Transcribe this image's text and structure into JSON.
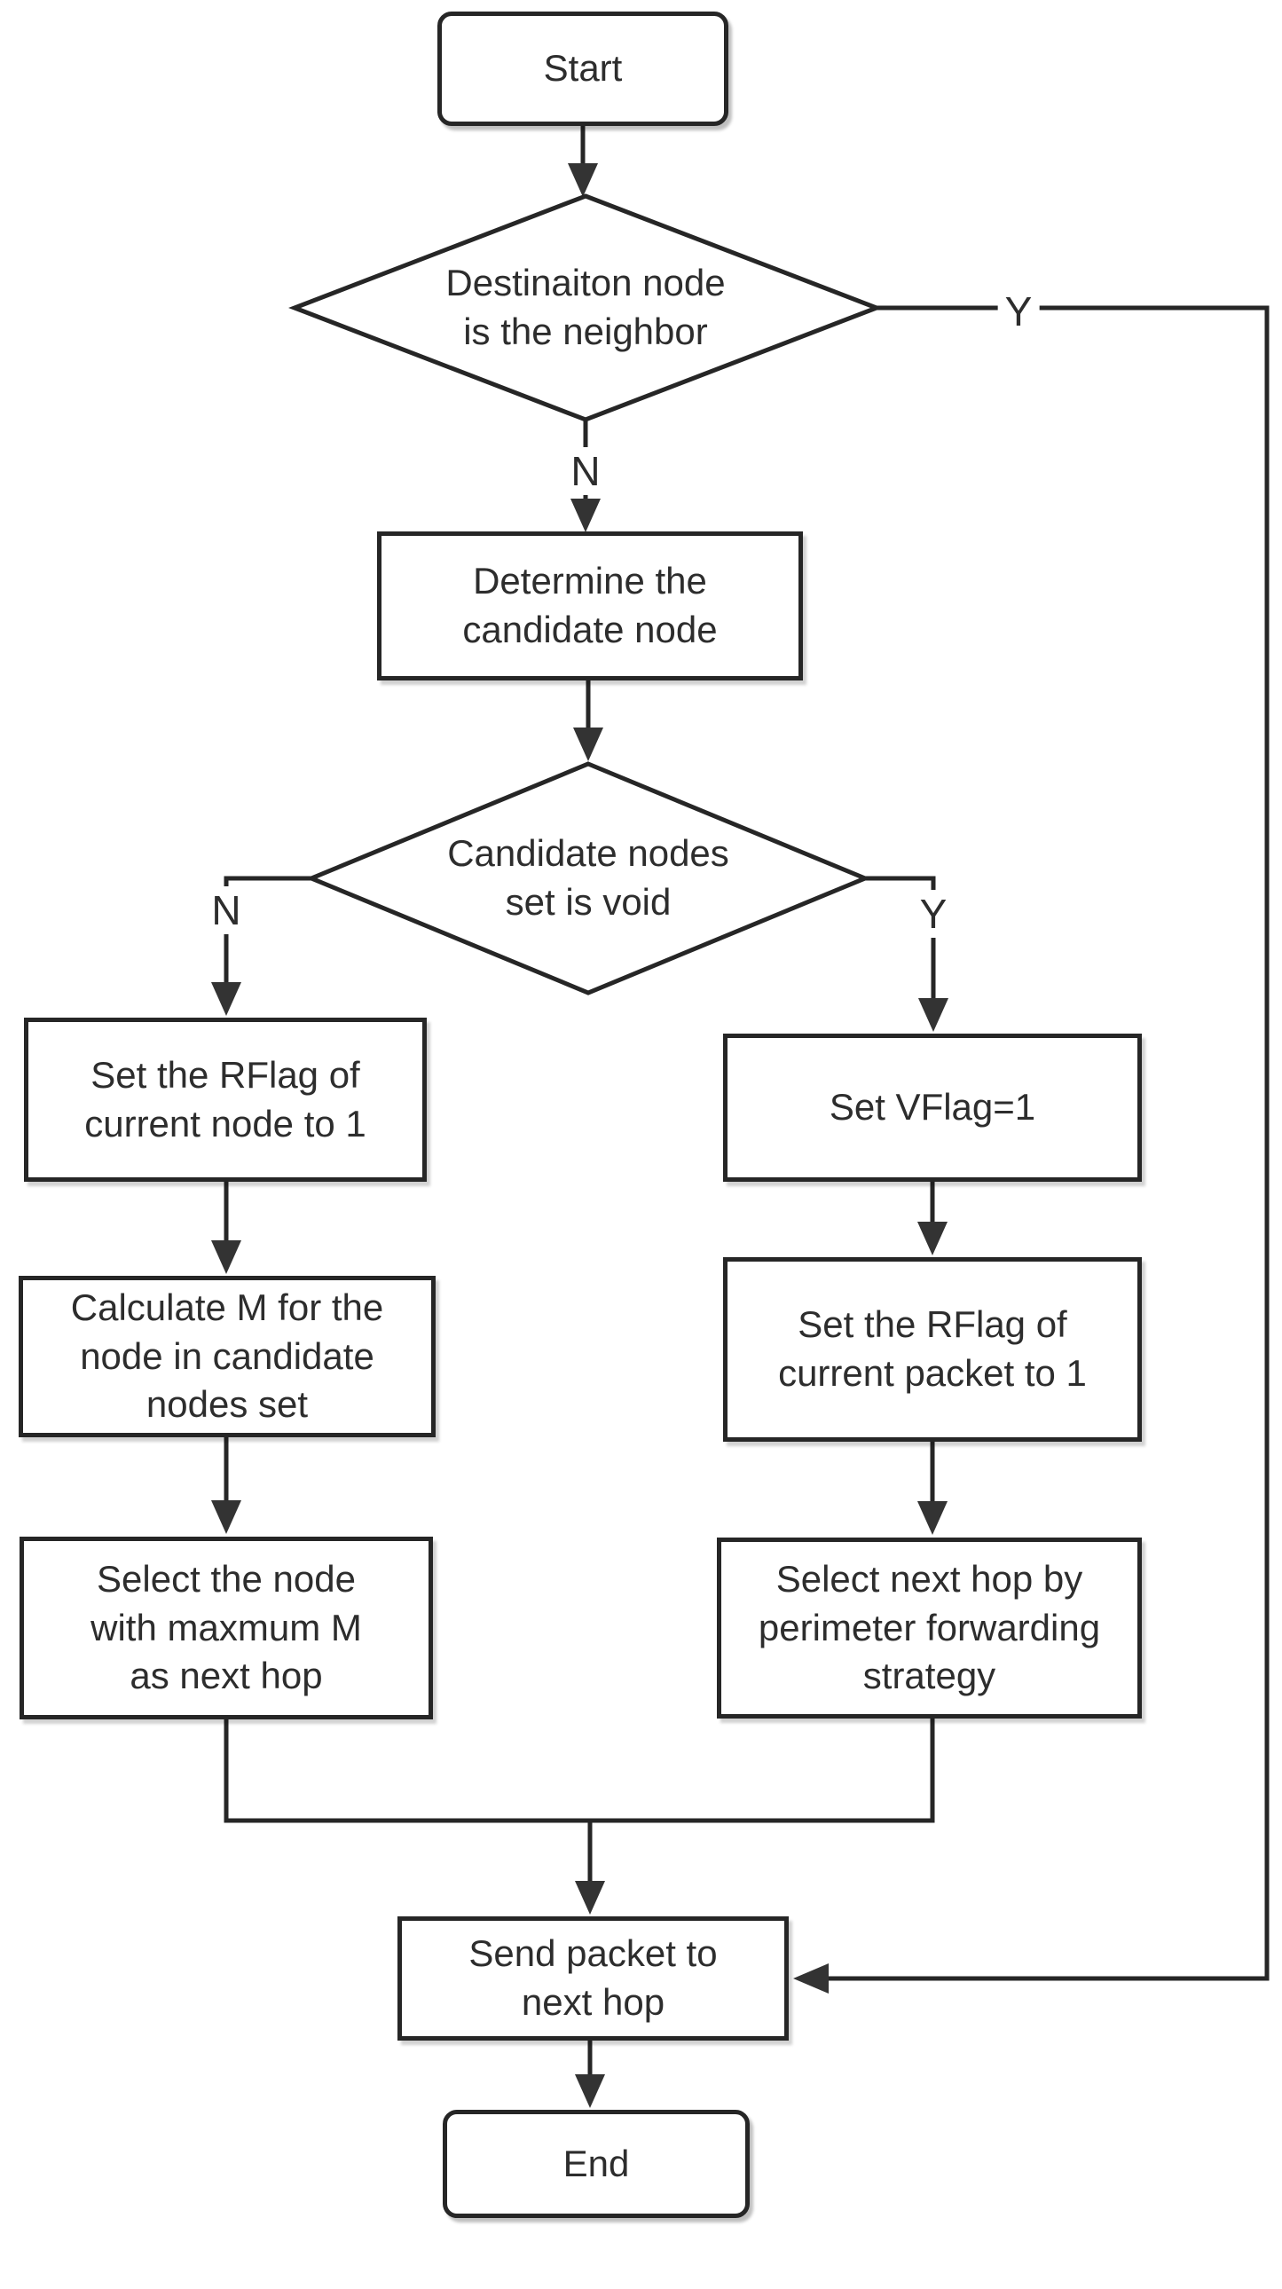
{
  "flowchart": {
    "nodes": {
      "start": {
        "label": "Start"
      },
      "decision_destination": {
        "label": "Destinaiton node\nis the neighbor"
      },
      "determine_candidate": {
        "label": "Determine the\ncandidate node"
      },
      "decision_candidate_void": {
        "label": "Candidate nodes\nset is void"
      },
      "set_rflag_node": {
        "label": "Set the RFlag of\ncurrent node to 1"
      },
      "calculate_m": {
        "label": "Calculate M for the\nnode in candidate\nnodes set"
      },
      "select_max_m": {
        "label": "Select the node\nwith maxmum M\nas next hop"
      },
      "set_vflag": {
        "label": "Set VFlag=1"
      },
      "set_rflag_packet": {
        "label": "Set the RFlag of\ncurrent packet to 1"
      },
      "select_perimeter": {
        "label": "Select next hop by\nperimeter forwarding\nstrategy"
      },
      "send_packet": {
        "label": "Send packet to\nnext hop"
      },
      "end": {
        "label": "End"
      }
    },
    "edge_labels": {
      "destination_yes": "Y",
      "destination_no": "N",
      "candidate_no": "N",
      "candidate_yes": "Y"
    },
    "colors": {
      "line": "#262626",
      "text": "#2d2d2d",
      "background": "#ffffff"
    }
  }
}
